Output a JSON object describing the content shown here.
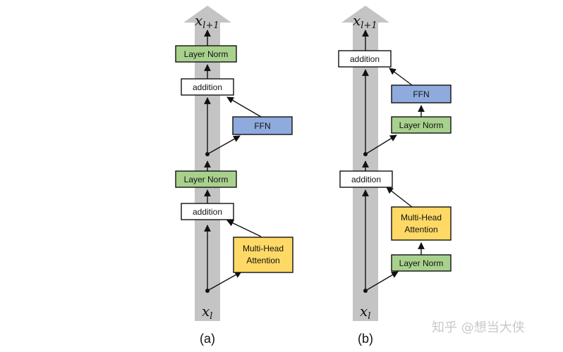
{
  "diagram_a": {
    "caption": "(a)",
    "input_label": "x",
    "input_sub": "l",
    "output_label": "x",
    "output_sub": "l+1",
    "boxes": {
      "attention": [
        "Multi-Head",
        "Attention"
      ],
      "add1": "addition",
      "norm1": "Layer Norm",
      "ffn": "FFN",
      "add2": "addition",
      "norm2": "Layer Norm"
    }
  },
  "diagram_b": {
    "caption": "(b)",
    "input_label": "x",
    "input_sub": "l",
    "output_label": "x",
    "output_sub": "l+1",
    "boxes": {
      "norm1": "Layer Norm",
      "attention": [
        "Multi-Head",
        "Attention"
      ],
      "add1": "addition",
      "norm2": "Layer Norm",
      "ffn": "FFN",
      "add2": "addition"
    }
  },
  "watermark": "知乎 @想当大侠",
  "colors": {
    "residual_stream": "#c4c4c4",
    "layer_norm": "#a9d18e",
    "ffn": "#8faadc",
    "attention": "#ffd966",
    "addition": "#ffffff",
    "stroke": "#111111"
  }
}
